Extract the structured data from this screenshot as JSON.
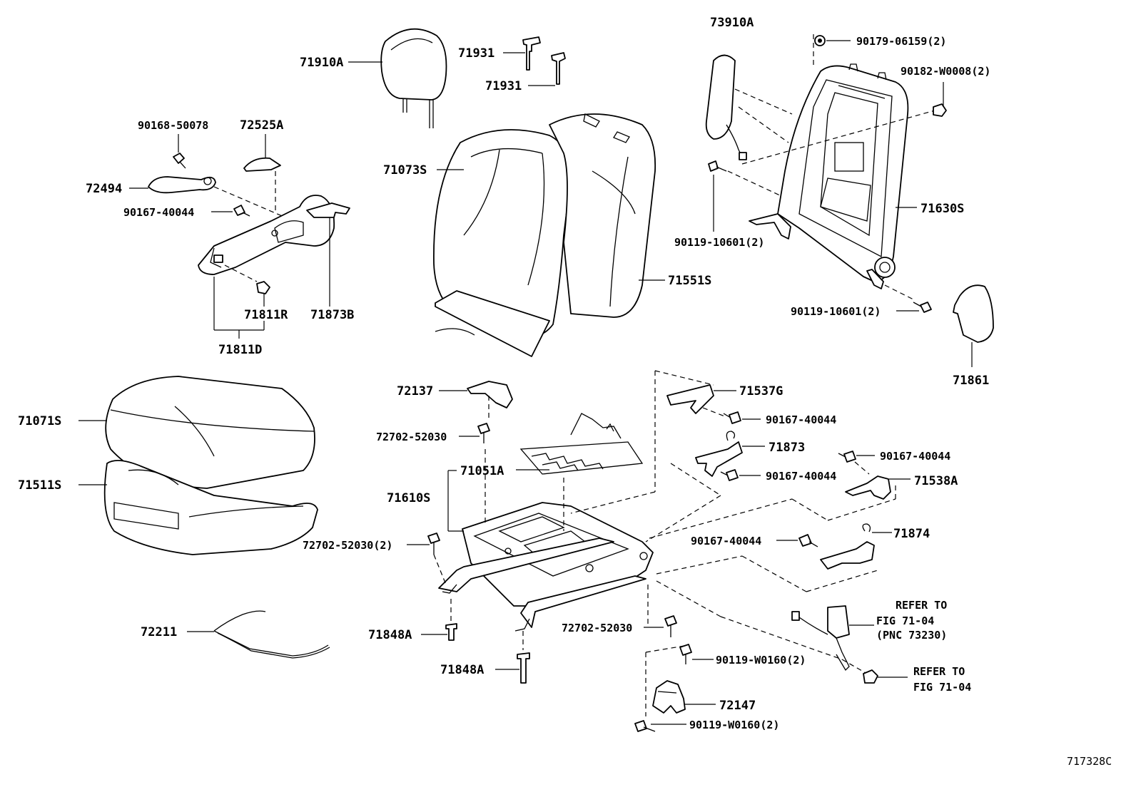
{
  "diagram_id": "717328C",
  "parts": {
    "p71910A": "71910A",
    "p71931_top": "71931",
    "p71931_bottom": "71931",
    "p73910A": "73910A",
    "p90179_06159": "90179-06159(2)",
    "p90182_W0008": "90182-W0008(2)",
    "p90168_50078": "90168-50078",
    "p72525A": "72525A",
    "p72494": "72494",
    "p90167_40044_a": "90167-40044",
    "p71073S": "71073S",
    "p71630S": "71630S",
    "p90119_10601_a": "90119-10601(2)",
    "p71551S": "71551S",
    "p90119_10601_b": "90119-10601(2)",
    "p71811R": "71811R",
    "p71873B": "71873B",
    "p71811D": "71811D",
    "p71861": "71861",
    "p72137": "72137",
    "p71537G": "71537G",
    "p71071S": "71071S",
    "p90167_40044_b": "90167-40044",
    "p72702_52030_a": "72702-52030",
    "p71873": "71873",
    "p90167_40044_c": "90167-40044",
    "p71051A": "71051A",
    "p90167_40044_d": "90167-40044",
    "p71538A": "71538A",
    "p71511S": "71511S",
    "p71610S": "71610S",
    "p71874": "71874",
    "p72702_52030_b": "72702-52030(2)",
    "p90167_40044_e": "90167-40044",
    "p72211": "72211",
    "p71848A_a": "71848A",
    "p72702_52030_c": "72702-52030",
    "p90119_W0160_a": "90119-W0160(2)",
    "p71848A_b": "71848A",
    "p72147": "72147",
    "p90119_W0160_b": "90119-W0160(2)"
  },
  "refs": {
    "ref1_line1": "REFER TO",
    "ref1_line2": "FIG 71-04",
    "ref1_line3": "(PNC 73230)",
    "ref2_line1": "REFER TO",
    "ref2_line2": "FIG 71-04"
  }
}
